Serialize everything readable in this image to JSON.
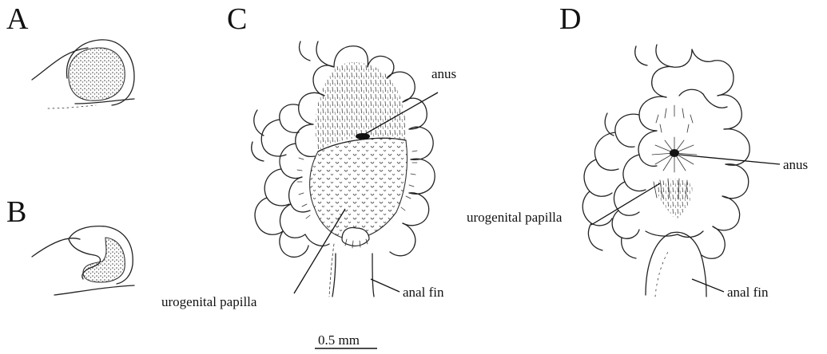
{
  "panels": {
    "a": {
      "letter": "A"
    },
    "b": {
      "letter": "B"
    },
    "c": {
      "letter": "C",
      "labels": {
        "anus": "anus",
        "urogenital_papilla": "urogenital papilla",
        "anal_fin": "anal fin"
      }
    },
    "d": {
      "letter": "D",
      "labels": {
        "anus": "anus",
        "urogenital_papilla": "urogenital papilla",
        "anal_fin": "anal fin"
      }
    }
  },
  "scale_bar": {
    "label": "0.5 mm"
  }
}
